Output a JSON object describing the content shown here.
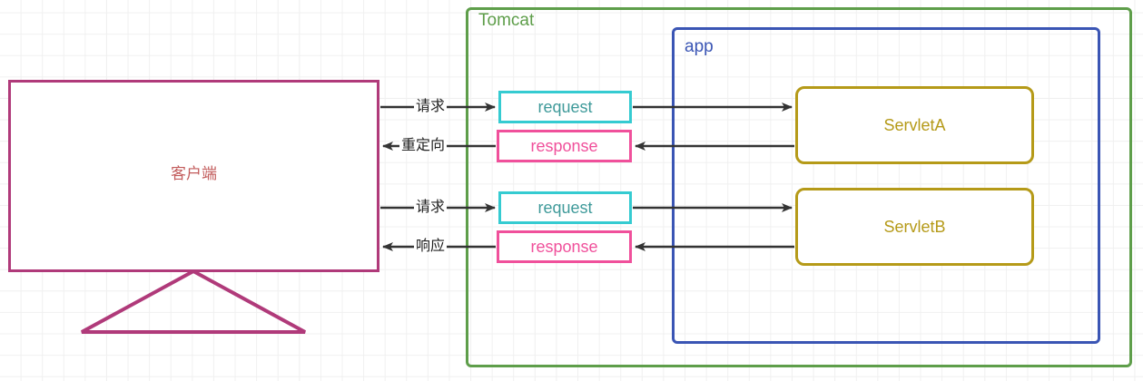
{
  "diagram": {
    "title_visible": false,
    "containers": [
      {
        "id": "tomcat",
        "label": "Tomcat",
        "color": "#5e9e4a"
      },
      {
        "id": "app",
        "label": "app",
        "color": "#3a55b4"
      }
    ],
    "client": {
      "label": "客户端",
      "border_color": "#b03a7a",
      "text_color": "#c25b5b"
    },
    "messages": [
      {
        "id": "req1",
        "label": "request",
        "kind": "request",
        "border_color": "#35cbd1",
        "text_color": "#3f9a9a"
      },
      {
        "id": "res1",
        "label": "response",
        "kind": "response",
        "border_color": "#f0509b",
        "text_color": "#f0509b"
      },
      {
        "id": "req2",
        "label": "request",
        "kind": "request",
        "border_color": "#35cbd1",
        "text_color": "#3f9a9a"
      },
      {
        "id": "res2",
        "label": "response",
        "kind": "response",
        "border_color": "#f0509b",
        "text_color": "#f0509b"
      }
    ],
    "servlets": [
      {
        "id": "servletA",
        "label": "ServletA",
        "color": "#b59a18"
      },
      {
        "id": "servletB",
        "label": "ServletB",
        "color": "#b59a18"
      }
    ],
    "edge_labels": {
      "request_1": "请求",
      "redirect_1": "重定向",
      "request_2": "请求",
      "response_2": "响应"
    },
    "arrow_color": "#333333"
  }
}
